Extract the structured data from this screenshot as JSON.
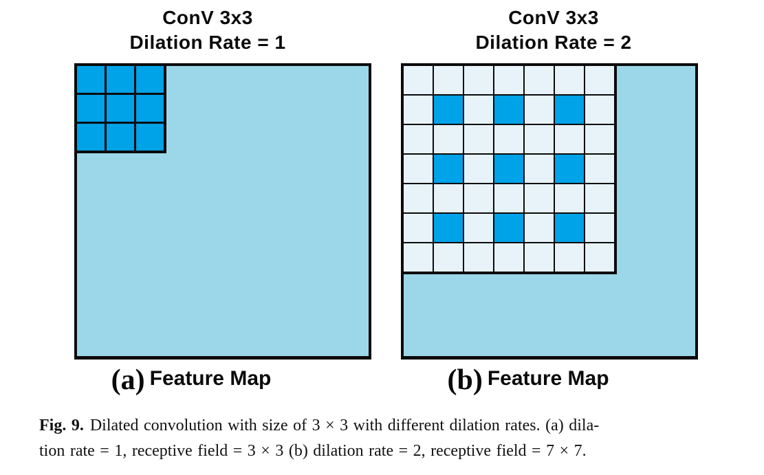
{
  "panels": [
    {
      "id": "a",
      "title_line1": "ConV 3x3",
      "title_line2": "Dilation Rate = 1",
      "label_prefix": "(a)",
      "label_text": "Feature Map",
      "grid": {
        "rows": 3,
        "cols": 3,
        "highlighted_cells": [
          [
            0,
            0
          ],
          [
            0,
            1
          ],
          [
            0,
            2
          ],
          [
            1,
            0
          ],
          [
            1,
            1
          ],
          [
            1,
            2
          ],
          [
            2,
            0
          ],
          [
            2,
            1
          ],
          [
            2,
            2
          ]
        ],
        "base_cell_color": "#00A2E8"
      }
    },
    {
      "id": "b",
      "title_line1": "ConV 3x3",
      "title_line2": "Dilation Rate = 2",
      "label_prefix": "(b)",
      "label_text": "Feature Map",
      "grid": {
        "rows": 7,
        "cols": 7,
        "highlighted_cells": [
          [
            1,
            1
          ],
          [
            1,
            3
          ],
          [
            1,
            5
          ],
          [
            3,
            1
          ],
          [
            3,
            3
          ],
          [
            3,
            5
          ],
          [
            5,
            1
          ],
          [
            5,
            3
          ],
          [
            5,
            5
          ]
        ],
        "base_cell_color": "#E8F3F9"
      }
    }
  ],
  "caption": {
    "fig_label": "Fig. 9.",
    "line1": "Dilated convolution with size of 3 × 3 with different dilation rates. (a) dila-",
    "line2": "tion rate = 1, receptive field = 3 × 3 (b) dilation rate = 2, receptive field = 7 × 7."
  },
  "colors": {
    "feature_map_fill": "#9BD7E9",
    "kernel_blue": "#00A2E8",
    "dilated_base_cell": "#E8F3F9",
    "grid_line": "#0A0A0A",
    "text": "#0A0A0A"
  }
}
